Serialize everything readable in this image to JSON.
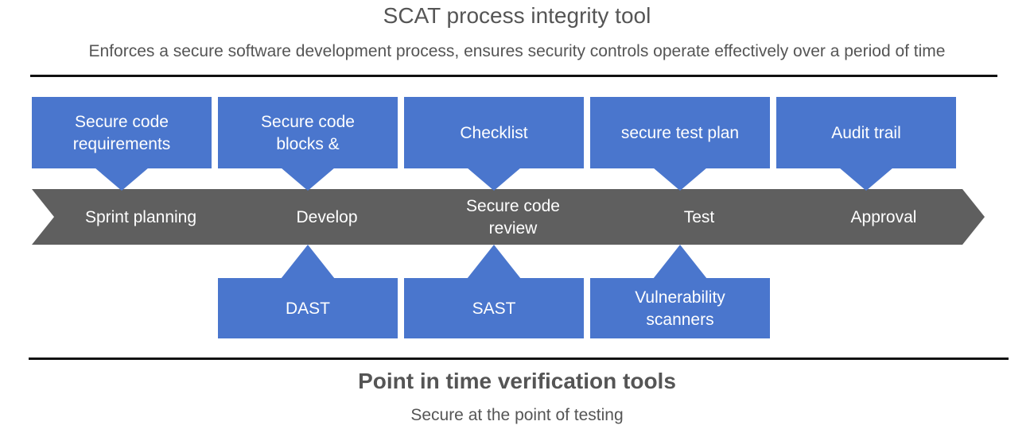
{
  "header": {
    "title": "SCAT process integrity tool",
    "subtitle": "Enforces a secure software development process, ensures security controls operate effectively over a period of time"
  },
  "process": {
    "stages": [
      {
        "label": [
          "Sprint planning"
        ]
      },
      {
        "label": [
          "Develop"
        ]
      },
      {
        "label": [
          "Secure code",
          "review"
        ]
      },
      {
        "label": [
          "Test"
        ]
      },
      {
        "label": [
          "Approval"
        ]
      }
    ],
    "top_controls": [
      {
        "label": [
          "Secure code",
          "requirements"
        ]
      },
      {
        "label": [
          "Secure code",
          "blocks &"
        ]
      },
      {
        "label": [
          "Checklist"
        ]
      },
      {
        "label": [
          "secure test plan"
        ]
      },
      {
        "label": [
          "Audit trail"
        ]
      }
    ],
    "bottom_tools": [
      {
        "stage": 1,
        "label": [
          "DAST"
        ]
      },
      {
        "stage": 2,
        "label": [
          "SAST"
        ]
      },
      {
        "stage": 3,
        "label": [
          "Vulnerability",
          "scanners"
        ]
      }
    ]
  },
  "footer": {
    "title": "Point in time verification tools",
    "subtitle": "Secure at the point of testing"
  },
  "colors": {
    "box_blue": "#4a76cd",
    "chevron_gray": "#5f5f5f",
    "text_gray": "#555555",
    "rule": "#111111"
  }
}
